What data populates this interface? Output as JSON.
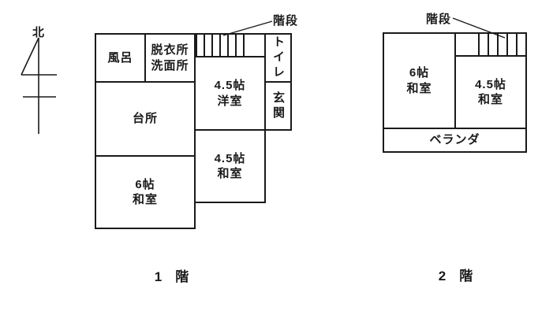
{
  "diagram": {
    "type": "house-floor-plan",
    "line_color": "#1a1a1a",
    "background_color": "#ffffff"
  },
  "compass": {
    "label": "北",
    "icon": "north-arrow"
  },
  "floor1": {
    "caption": "1　階",
    "stairs_label": "階段",
    "rooms": {
      "bath": "風呂",
      "dressing_washroom": "脱衣所\n洗面所",
      "toilet": "トイレ",
      "entrance": "玄関",
      "western_4_5": "4.5帖\n洋室",
      "kitchen": "台所",
      "japanese_4_5": "4.5帖\n和室",
      "japanese_6": "6帖\n和室"
    }
  },
  "floor2": {
    "caption": "2　階",
    "stairs_label": "階段",
    "rooms": {
      "japanese_6": "6帖\n和室",
      "japanese_4_5": "4.5帖\n和室",
      "veranda": "ベランダ"
    }
  }
}
